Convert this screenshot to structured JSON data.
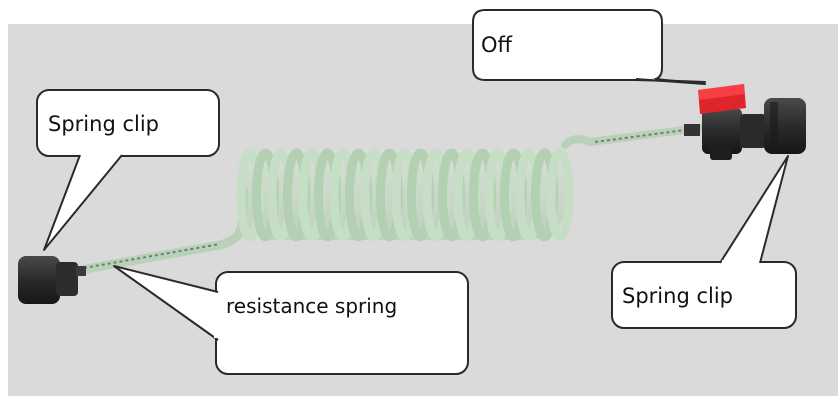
{
  "labels": {
    "off": "Off",
    "spring_clip_left": "Spring clip",
    "spring_clip_right": "Spring clip",
    "resistance_spring": "resistance spring"
  },
  "colors": {
    "background_panel": "#dadada",
    "tube": "#c5dcc5",
    "coil": "#c3dbc3",
    "connector": "#2e2e2e",
    "valve_handle": "#e0242b",
    "callout_fill": "#ffffff",
    "callout_stroke": "#2a2a2a"
  }
}
